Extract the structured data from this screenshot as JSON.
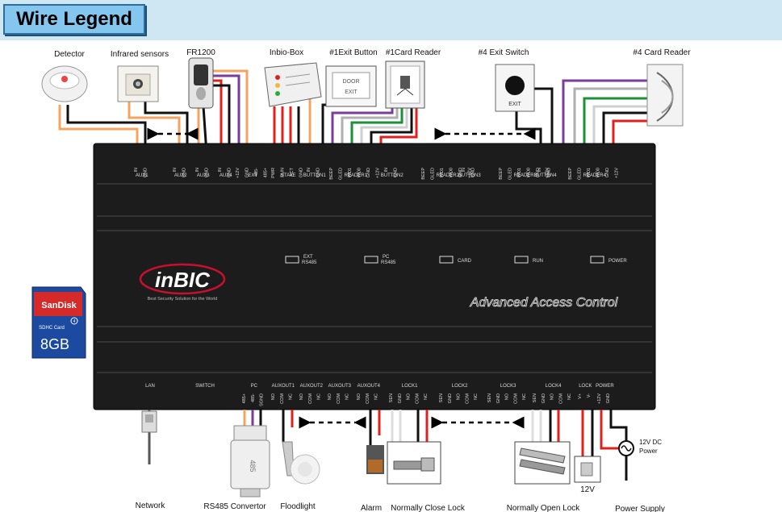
{
  "title": "Wire Legend",
  "devices_top": [
    {
      "id": "detector",
      "label": "Detector"
    },
    {
      "id": "infrared",
      "label": "Infrared sensors"
    },
    {
      "id": "fr1200",
      "label": "FR1200"
    },
    {
      "id": "inbio-box",
      "label": "Inbio-Box"
    },
    {
      "id": "exit1",
      "label": "#1Exit Button",
      "text": "DOOR EXIT"
    },
    {
      "id": "reader1",
      "label": "#1Card Reader"
    },
    {
      "id": "exit4",
      "label": "#4 Exit Switch",
      "text": "EXIT"
    },
    {
      "id": "reader4",
      "label": "#4 Card Reader"
    }
  ],
  "devices_bottom": [
    {
      "id": "network",
      "label": "Network"
    },
    {
      "id": "rs485",
      "label": "RS485 Convertor",
      "text": "485"
    },
    {
      "id": "floodlight",
      "label": "Floodlight"
    },
    {
      "id": "alarm",
      "label": "Alarm"
    },
    {
      "id": "nc-lock",
      "label": "Normally Close Lock"
    },
    {
      "id": "no-lock",
      "label": "Normally Open Lock"
    },
    {
      "id": "12v",
      "label": "12V"
    },
    {
      "id": "power-supply",
      "label": "Power Supply",
      "text": "12V DC Power"
    }
  ],
  "sd_card": {
    "brand": "SanDisk",
    "type": "SDHC Card",
    "size": "8GB",
    "class": "4"
  },
  "controller": {
    "logo": "inBIC",
    "tagline": "Best Security Solution for the World",
    "subtitle": "Advanced Access Control",
    "leds": [
      {
        "label1": "EXT",
        "label2": "RS485"
      },
      {
        "label1": "PC",
        "label2": "RS485"
      },
      {
        "label1": "CARD",
        "label2": ""
      },
      {
        "label1": "RUN",
        "label2": ""
      },
      {
        "label1": "POWER",
        "label2": ""
      }
    ],
    "top_groups": [
      {
        "name": "AUX1",
        "pins": [
          "IN",
          "GND"
        ]
      },
      {
        "name": "AUX2",
        "pins": [
          "IN",
          "GND"
        ]
      },
      {
        "name": "AUX3",
        "pins": [
          "IN",
          "GND"
        ]
      },
      {
        "name": "AUX4",
        "pins": [
          "IN",
          "GND"
        ]
      },
      {
        "name": "EXT",
        "pins": [
          "+12V",
          "GND",
          "485-",
          "485+"
        ]
      },
      {
        "name": "STATE",
        "pins": [
          "PWR",
          "RUN",
          "ACT",
          "GND"
        ]
      },
      {
        "name": "BUTTON1",
        "pins": [
          "IN",
          "GND"
        ]
      },
      {
        "name": "READER1",
        "pins": [
          "BEEP",
          "GLED",
          "WD1",
          "WD0",
          "GND",
          "+12V"
        ]
      },
      {
        "name": "BUTTON2",
        "pins": [
          "IN",
          "GND"
        ]
      },
      {
        "name": "READER2",
        "pins": [
          "BEEP",
          "GLED",
          "WD1",
          "WD0",
          "GND",
          "+12V"
        ]
      },
      {
        "name": "BUTTON3",
        "pins": [
          "IN",
          "GND"
        ]
      },
      {
        "name": "READER3",
        "pins": [
          "BEEP",
          "GLED",
          "WD1",
          "WD0",
          "GND",
          "+12V"
        ]
      },
      {
        "name": "BUTTON4",
        "pins": [
          "IN",
          "GND"
        ]
      },
      {
        "name": "READER4",
        "pins": [
          "BEEP",
          "GLED",
          "WD1",
          "WD0",
          "GND",
          "+12V"
        ]
      }
    ],
    "bottom_groups": [
      {
        "name": "LAN",
        "pins": []
      },
      {
        "name": "SWITCH",
        "pins": []
      },
      {
        "name": "PC",
        "pins": [
          "485+",
          "485-",
          "SGND"
        ]
      },
      {
        "name": "AUXOUT1",
        "pins": [
          "NO",
          "COM",
          "NC"
        ]
      },
      {
        "name": "AUXOUT2",
        "pins": [
          "NO",
          "COM",
          "NC"
        ]
      },
      {
        "name": "AUXOUT3",
        "pins": [
          "NO",
          "COM",
          "NC"
        ]
      },
      {
        "name": "AUXOUT4",
        "pins": [
          "NO",
          "COM",
          "NC"
        ]
      },
      {
        "name": "LOCK1",
        "pins": [
          "SEN",
          "GND",
          "NO",
          "COM",
          "NC"
        ]
      },
      {
        "name": "LOCK2",
        "pins": [
          "SEN",
          "GND",
          "NO",
          "COM",
          "NC"
        ]
      },
      {
        "name": "LOCK3",
        "pins": [
          "SEN",
          "GND",
          "NO",
          "COM",
          "NC"
        ]
      },
      {
        "name": "LOCK4",
        "pins": [
          "SEN",
          "GND",
          "NO",
          "COM",
          "NC"
        ]
      },
      {
        "name": "LOCK",
        "pins": [
          "V+",
          "V-"
        ]
      },
      {
        "name": "POWER",
        "pins": [
          "+12V",
          "GND"
        ]
      }
    ]
  },
  "colors": {
    "controller": "#1c1c1c",
    "red": "#e0201c",
    "black": "#111111",
    "orange": "#f4a460",
    "purple": "#7a3d9a",
    "green": "#1e8f3a",
    "gray": "#b0b0b0",
    "header": "#cfe6f3",
    "title_box": "#84c6ee"
  }
}
